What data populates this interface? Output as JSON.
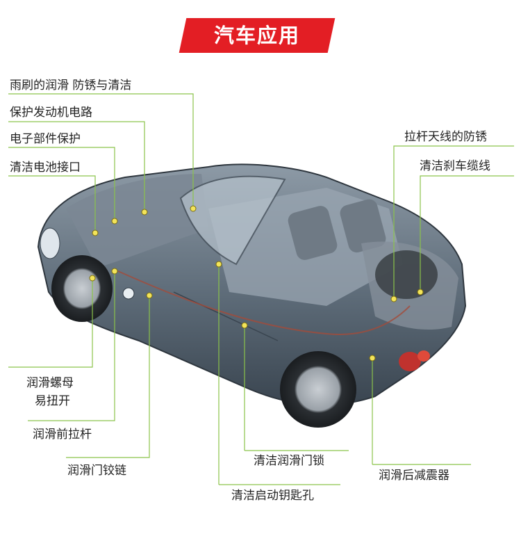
{
  "title": "汽车应用",
  "colors": {
    "banner": "#e31e24",
    "leader_line": "#8bc34a",
    "point": "#f3e45a",
    "car_body": "#5a6a78"
  },
  "labels_left": [
    "雨刷的润滑 防锈与清洁",
    "保护发动机电路",
    "电子部件保护",
    "清洁电池接口",
    "润滑螺母",
    "易扭开",
    "润滑前拉杆",
    "润滑门铰链"
  ],
  "labels_right": [
    "拉杆天线的防锈",
    "清洁刹车缆线"
  ],
  "labels_bottom": [
    "清洁润滑门锁",
    "清洁启动钥匙孔",
    "润滑后减震器"
  ]
}
